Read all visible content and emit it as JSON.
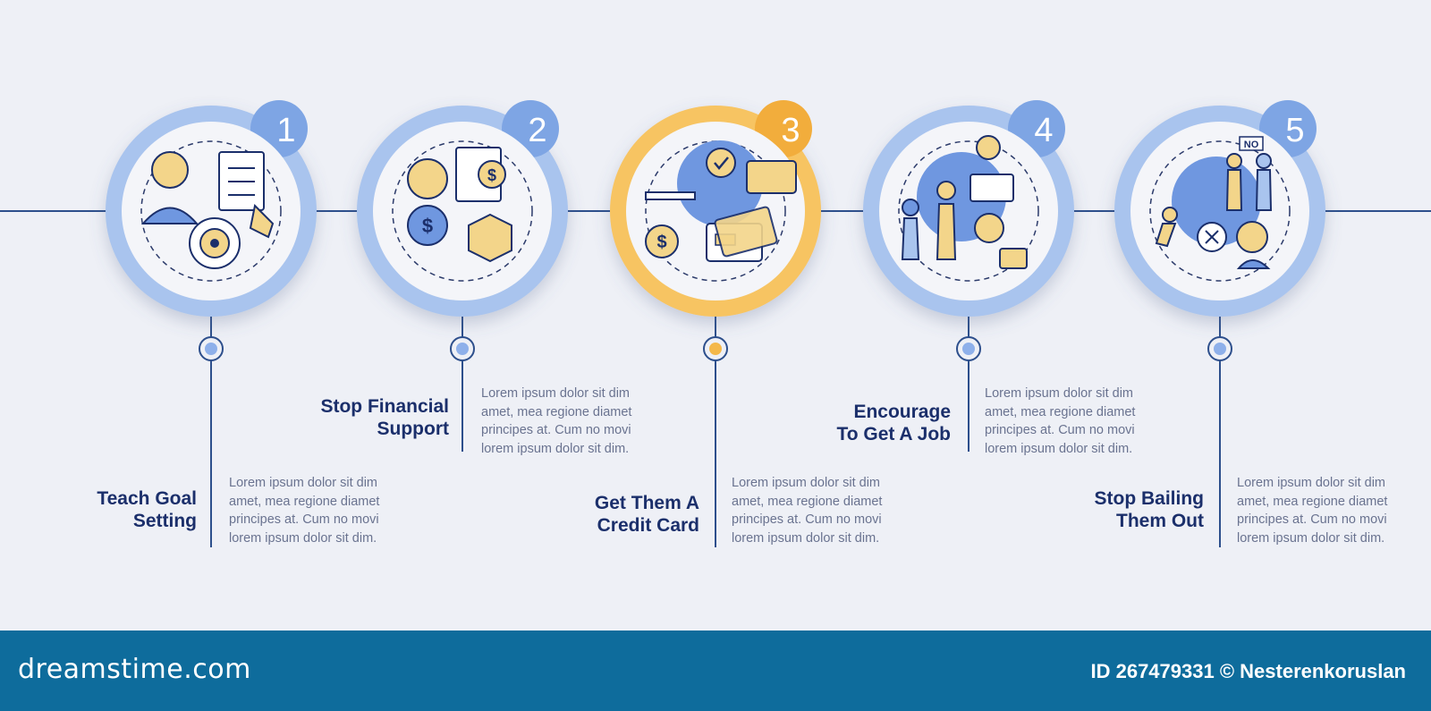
{
  "colors": {
    "background": "#eef0f6",
    "ring_blue": "#a9c4ee",
    "ring_blue_dark": "#7ea5e4",
    "ring_highlight": "#f7c462",
    "accent_yellow": "#f3d58a",
    "accent_blue": "#6f97e0",
    "navy": "#1b2f6b",
    "text_gray": "#6a7390",
    "footer": "#0e6c9c"
  },
  "steps": [
    {
      "number": "1",
      "title_line1": "Teach Goal",
      "title_line2": "Setting",
      "desc_line1": "Lorem ipsum dolor sit dim",
      "desc_line2": "amet, mea regione diamet",
      "desc_line3": "principes at. Cum no movi",
      "desc_line4": "lorem ipsum dolor sit dim.",
      "icon": "goal-checklist-target-icon",
      "highlight": false
    },
    {
      "number": "2",
      "title_line1": "Stop Financial",
      "title_line2": "Support",
      "desc_line1": "Lorem ipsum dolor sit dim",
      "desc_line2": "amet, mea regione diamet",
      "desc_line3": "principes at. Cum no movi",
      "desc_line4": "lorem ipsum dolor sit dim.",
      "icon": "money-stop-hand-icon",
      "highlight": false
    },
    {
      "number": "3",
      "title_line1": "Get Them A",
      "title_line2": "Credit Card",
      "desc_line1": "Lorem ipsum dolor sit dim",
      "desc_line2": "amet, mea regione diamet",
      "desc_line3": "principes at. Cum no movi",
      "desc_line4": "lorem ipsum dolor sit dim.",
      "icon": "credit-cards-icon",
      "highlight": true
    },
    {
      "number": "4",
      "title_line1": "Encourage",
      "title_line2": "To Get A Job",
      "desc_line1": "Lorem ipsum dolor sit dim",
      "desc_line2": "amet, mea regione diamet",
      "desc_line3": "principes at. Cum no movi",
      "desc_line4": "lorem ipsum dolor sit dim.",
      "icon": "job-people-briefcase-icon",
      "highlight": false
    },
    {
      "number": "5",
      "title_line1": "Stop Bailing",
      "title_line2": "Them Out",
      "desc_line1": "Lorem ipsum dolor sit dim",
      "desc_line2": "amet, mea regione diamet",
      "desc_line3": "principes at. Cum no movi",
      "desc_line4": "lorem ipsum dolor sit dim.",
      "icon": "refuse-help-no-sign-icon",
      "highlight": false
    }
  ],
  "footer": {
    "brand": "dreamstime.com",
    "credit": "ID 267479331 © Nesterenkoruslan"
  }
}
